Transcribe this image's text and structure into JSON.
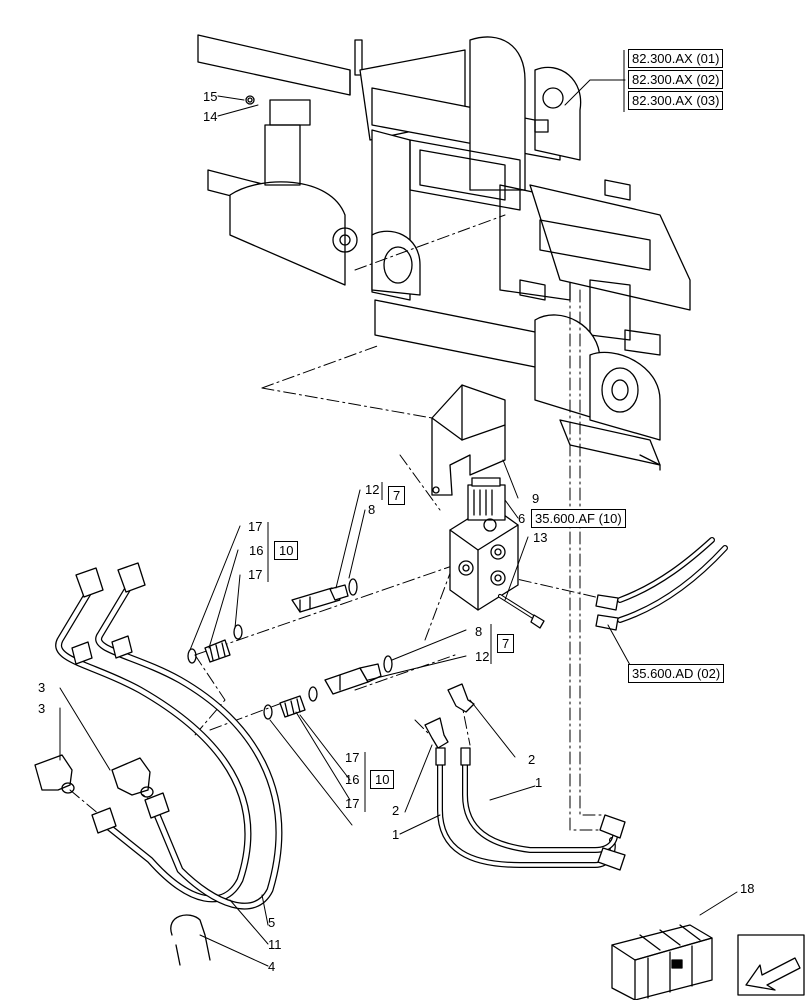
{
  "references": {
    "ax01": "82.300.AX (01)",
    "ax02": "82.300.AX (02)",
    "ax03": "82.300.AX (03)",
    "af10": "35.600.AF (10)",
    "ad02": "35.600.AD (02)"
  },
  "callouts": {
    "c15": "15",
    "c14": "14",
    "c12a": "12",
    "c7a": "7",
    "c8a": "8",
    "c9": "9",
    "c6": "6",
    "c13": "13",
    "c17a": "17",
    "c16a": "16",
    "c10a": "10",
    "c17b": "17",
    "c8b": "8",
    "c7b": "7",
    "c12b": "12",
    "c3a": "3",
    "c3b": "3",
    "c2a": "2",
    "c2b": "2",
    "c1a": "1",
    "c1b": "1",
    "c17c": "17",
    "c16b": "16",
    "c10b": "10",
    "c17d": "17",
    "c5": "5",
    "c11": "11",
    "c4": "4",
    "c18": "18"
  }
}
